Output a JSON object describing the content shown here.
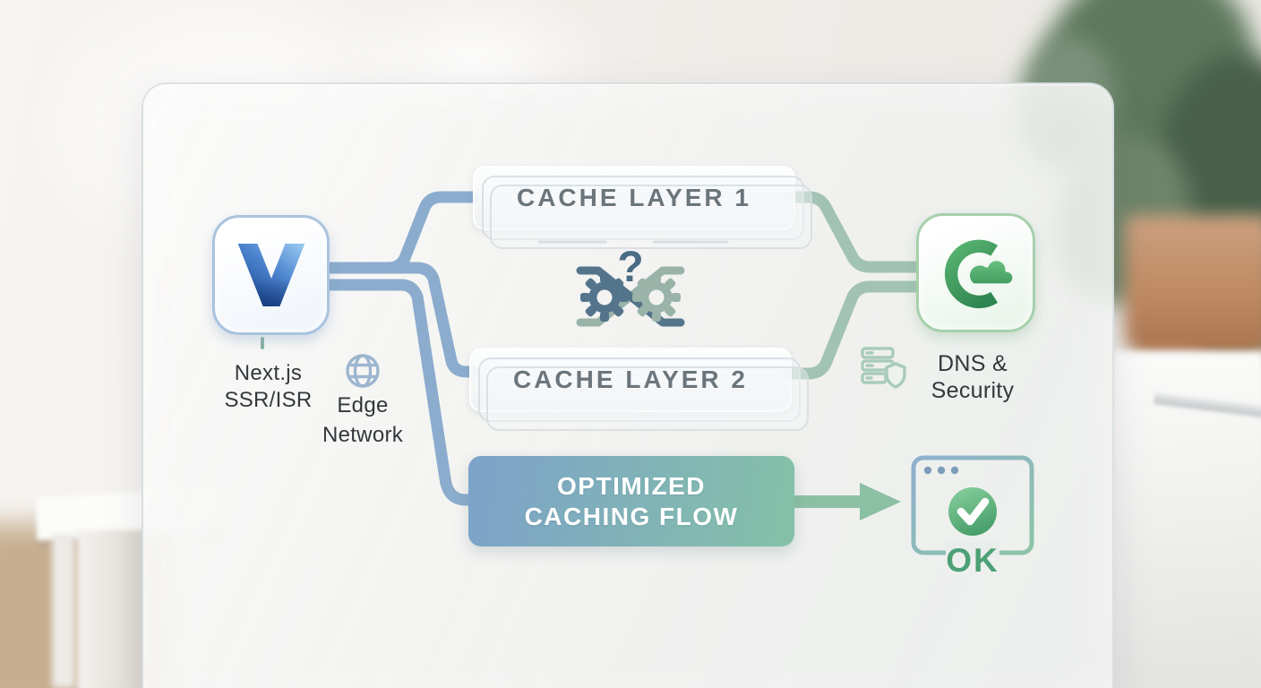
{
  "scene": {
    "description": "glass diagram panel over blurred room photo"
  },
  "nodes": {
    "origin": {
      "label_line1": "Next.js",
      "label_line2": "SSR/ISR"
    },
    "edge_network": {
      "label_line1": "Edge",
      "label_line2": "Network"
    },
    "cache_layer_1": {
      "label": "CACHE LAYER 1"
    },
    "cache_layer_2": {
      "label": "CACHE LAYER 2"
    },
    "routing_decision": {
      "symbol": "?"
    },
    "dns_security": {
      "label_line1": "DNS &",
      "label_line2": "Security"
    },
    "optimized_flow": {
      "label_line1": "OPTIMIZED",
      "label_line2": "CACHING FLOW"
    },
    "result": {
      "label": "OK"
    }
  },
  "icons": {
    "origin_logo": "v-gradient-logo",
    "edge_network": "globe-icon",
    "routing_decision": "gears-swap-icon",
    "dns_logo": "cloud-c-logo",
    "dns_servers": "server-shield-icon",
    "result": "browser-check-icon"
  },
  "colors": {
    "line_blue": "#8caccd",
    "line_green": "#a2c3b3",
    "arrow_green": "#8cc0a4",
    "flow_gradient_start": "#7ca2c9",
    "flow_gradient_end": "#84c1a7",
    "gear_dark": "#54748c",
    "gear_sage": "#99b3a9",
    "question_mark": "#4a6c84",
    "check_green": "#4aa06c",
    "ok_text": "#4da076",
    "cache_text": "#6b757c",
    "label_text": "#33383c",
    "globe_stroke": "#9db6cf",
    "server_shield_stroke": "#a9cbba"
  }
}
